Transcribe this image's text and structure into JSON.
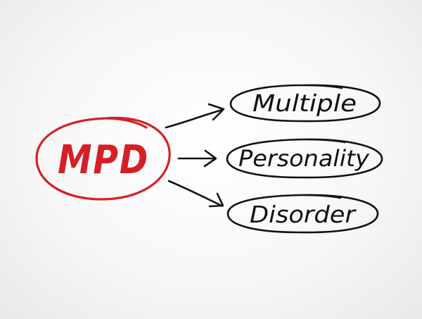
{
  "diagram": {
    "acronym": "MPD",
    "terms": [
      "Multiple",
      "Personality",
      "Disorder"
    ]
  },
  "colors": {
    "acronym": "#d41f26",
    "ink": "#111111",
    "background": "#f4f4f4"
  }
}
